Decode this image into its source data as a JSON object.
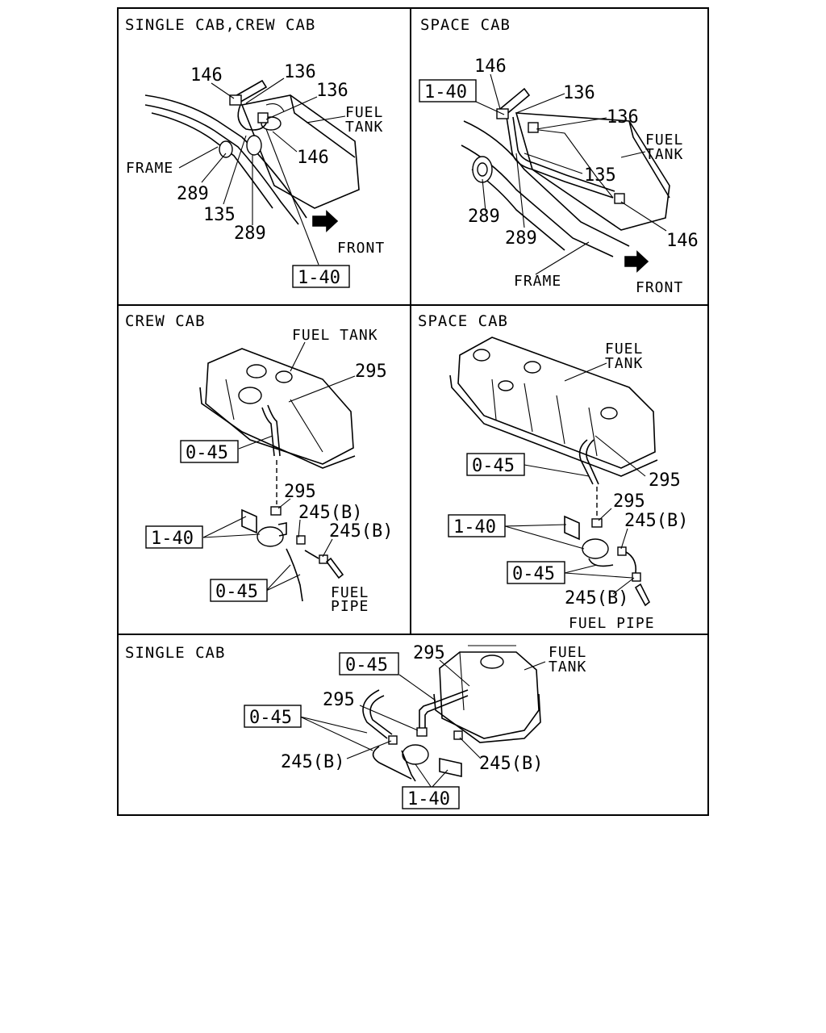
{
  "panels": [
    {
      "id": "p1",
      "title": "SINGLE CAB,CREW CAB"
    },
    {
      "id": "p2",
      "title": "SPACE CAB"
    },
    {
      "id": "p3",
      "title": "CREW CAB"
    },
    {
      "id": "p4",
      "title": "SPACE CAB"
    },
    {
      "id": "p5",
      "title": "SINGLE CAB"
    }
  ],
  "labels": {
    "p1": {
      "n146a": "146",
      "n136a": "136",
      "n136b": "136",
      "fuel1": "FUEL",
      "tank1": "TANK",
      "n146b": "146",
      "frame": "FRAME",
      "n289a": "289",
      "n135": "135",
      "n289b": "289",
      "front": "FRONT",
      "ref140": "1-40"
    },
    "p2": {
      "n146a": "146",
      "ref140": "1-40",
      "n136a": "136",
      "n136b": "136",
      "fuel1": "FUEL",
      "tank1": "TANK",
      "n135": "135",
      "n289a": "289",
      "n289b": "289",
      "n146b": "146",
      "frame": "FRAME",
      "front": "FRONT"
    },
    "p3": {
      "fueltank": "FUEL TANK",
      "n295a": "295",
      "ref045a": "0-45",
      "n295b": "295",
      "n245a": "245(B)",
      "ref140": "1-40",
      "n245b": "245(B)",
      "ref045b": "0-45",
      "fuel1": "FUEL",
      "pipe1": "PIPE"
    },
    "p4": {
      "fuel1": "FUEL",
      "tank1": "TANK",
      "n295a": "295",
      "ref045a": "0-45",
      "n295b": "295",
      "n245a": "245(B)",
      "ref140": "1-40",
      "ref045b": "0-45",
      "n245b": "245(B)",
      "fuelpipe": "FUEL PIPE"
    },
    "p5": {
      "ref045a": "0-45",
      "n295a": "295",
      "fuel1": "FUEL",
      "tank1": "TANK",
      "n295b": "295",
      "ref045b": "0-45",
      "n245a": "245(B)",
      "n245b": "245(B)",
      "ref140": "1-40"
    }
  }
}
